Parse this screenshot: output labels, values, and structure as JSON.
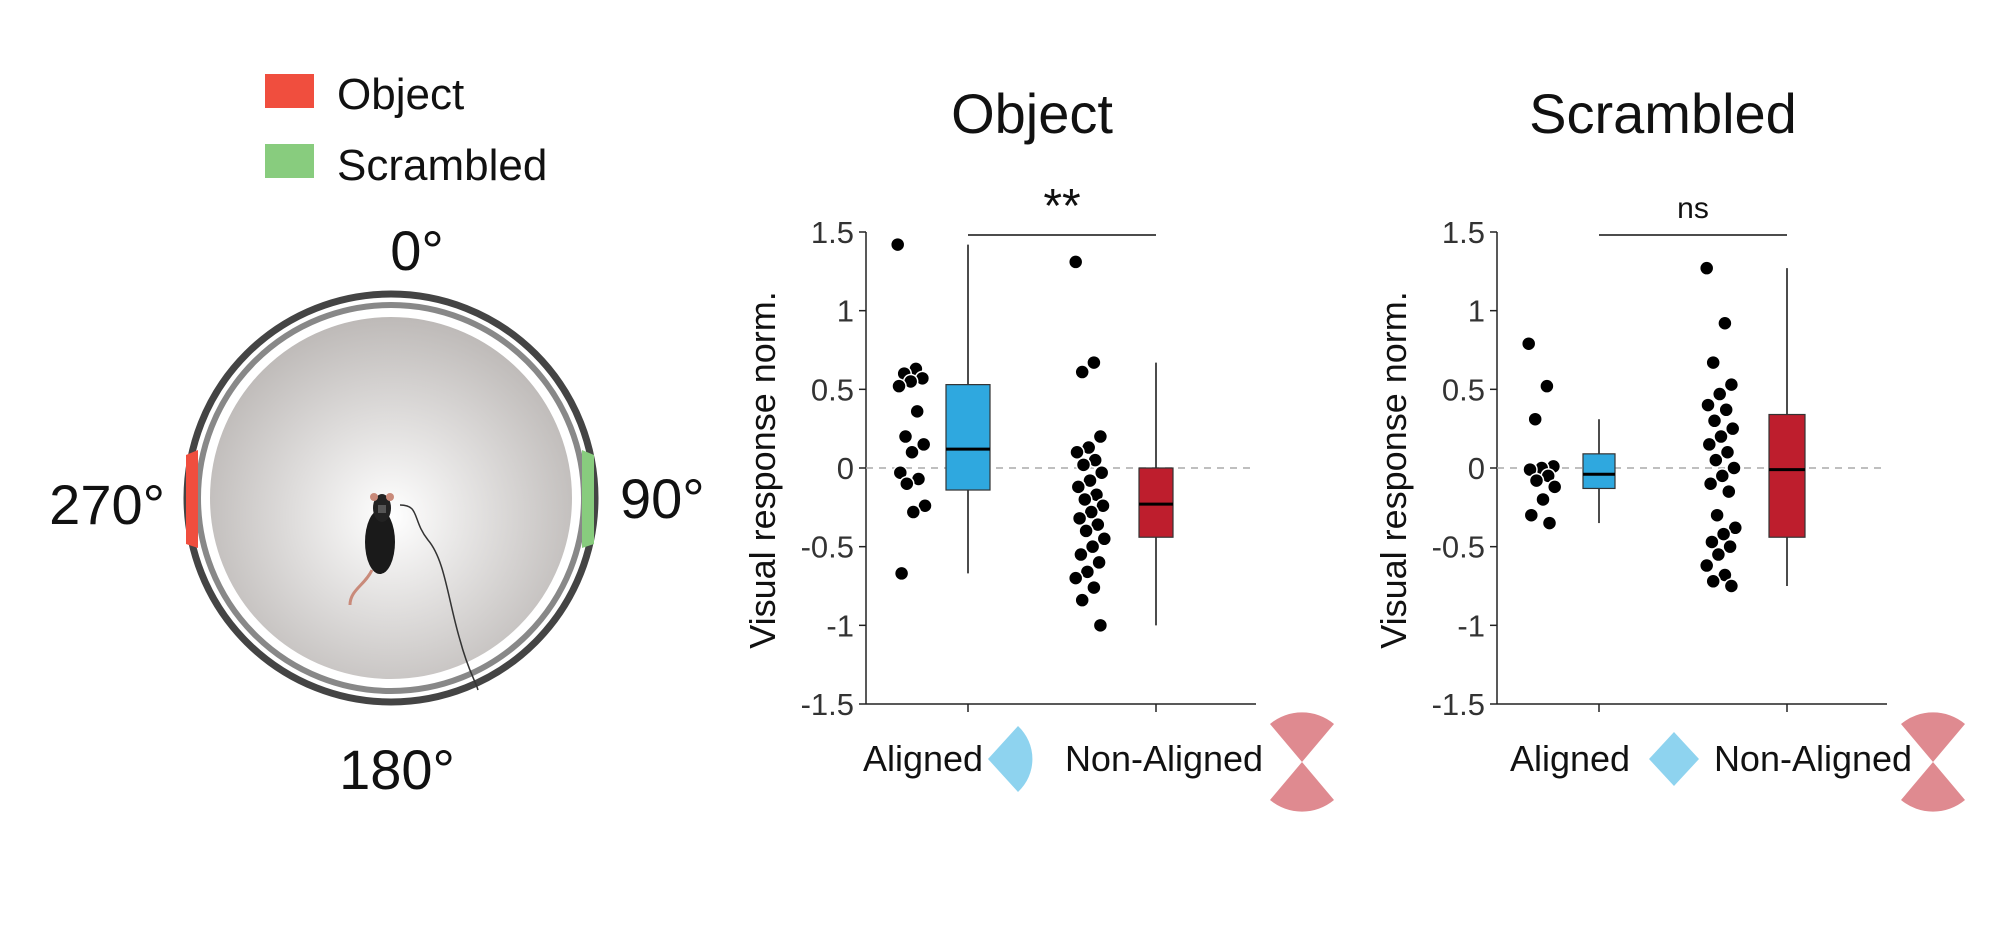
{
  "arena": {
    "legend": [
      {
        "label": "Object",
        "color": "#f04e3e"
      },
      {
        "label": "Scrambled",
        "color": "#88cc7e"
      }
    ],
    "angles": {
      "top": "0°",
      "right": "90°",
      "bottom": "180°",
      "left": "270°"
    }
  },
  "colors": {
    "aligned": "#2fa8df",
    "non_aligned": "#be1e2d",
    "aligned_icon": "#8ed3ef",
    "non_aligned_icon": "#df8a90"
  },
  "chart_data": [
    {
      "type": "box",
      "title": "Object",
      "ylabel": "Visual response norm.",
      "ylim": [
        -1.5,
        1.5
      ],
      "yticks": [
        "1.5",
        "1",
        "0.5",
        "0",
        "-0.5",
        "-1",
        "-1.5"
      ],
      "categories": [
        "Aligned",
        "Non-Aligned"
      ],
      "significance": "**",
      "groups": [
        {
          "name": "Aligned",
          "points": [
            1.42,
            0.63,
            0.6,
            0.57,
            0.55,
            0.52,
            0.36,
            0.2,
            0.15,
            0.1,
            -0.03,
            -0.07,
            -0.1,
            -0.24,
            -0.28,
            -0.67
          ],
          "box": {
            "min": -0.67,
            "q1": -0.14,
            "median": 0.12,
            "q3": 0.53,
            "max": 1.42
          }
        },
        {
          "name": "Non-Aligned",
          "points": [
            1.31,
            0.67,
            0.61,
            0.2,
            0.13,
            0.1,
            0.05,
            0.02,
            -0.03,
            -0.08,
            -0.12,
            -0.17,
            -0.2,
            -0.24,
            -0.28,
            -0.32,
            -0.36,
            -0.4,
            -0.45,
            -0.5,
            -0.55,
            -0.6,
            -0.66,
            -0.7,
            -0.76,
            -0.84,
            -1.0
          ],
          "box": {
            "min": -1.0,
            "q1": -0.44,
            "median": -0.23,
            "q3": 0.0,
            "max": 0.67
          }
        }
      ]
    },
    {
      "type": "box",
      "title": "Scrambled",
      "ylabel": "Visual response norm.",
      "ylim": [
        -1.5,
        1.5
      ],
      "yticks": [
        "1.5",
        "1",
        "0.5",
        "0",
        "-0.5",
        "-1",
        "-1.5"
      ],
      "categories": [
        "Aligned",
        "Non-Aligned"
      ],
      "significance": "ns",
      "groups": [
        {
          "name": "Aligned",
          "points": [
            0.79,
            0.52,
            0.31,
            0.01,
            0.0,
            -0.01,
            -0.05,
            -0.08,
            -0.12,
            -0.2,
            -0.3,
            -0.35
          ],
          "box": {
            "min": -0.35,
            "q1": -0.13,
            "median": -0.04,
            "q3": 0.09,
            "max": 0.31
          }
        },
        {
          "name": "Non-Aligned",
          "points": [
            1.27,
            0.92,
            0.67,
            0.53,
            0.47,
            0.4,
            0.37,
            0.3,
            0.25,
            0.2,
            0.15,
            0.1,
            0.05,
            0.0,
            -0.05,
            -0.1,
            -0.15,
            -0.3,
            -0.38,
            -0.42,
            -0.47,
            -0.5,
            -0.55,
            -0.62,
            -0.68,
            -0.72,
            -0.75
          ],
          "box": {
            "min": -0.75,
            "q1": -0.44,
            "median": -0.01,
            "q3": 0.34,
            "max": 1.27
          }
        }
      ]
    }
  ]
}
